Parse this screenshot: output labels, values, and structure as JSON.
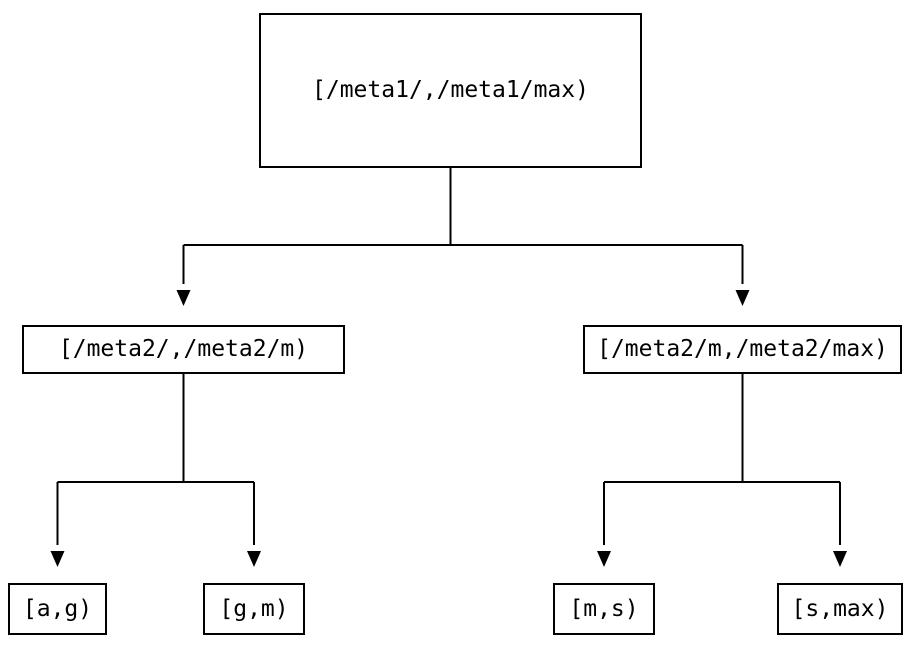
{
  "diagram": {
    "type": "tree",
    "colors": {
      "background": "#ffffff",
      "line": "#000000",
      "text": "#000000",
      "node_border": "#000000",
      "node_fill": "#ffffff"
    },
    "nodes": {
      "root": {
        "label": "[/meta1/,/meta1/max)"
      },
      "meta2_low": {
        "label": "[/meta2/,/meta2/m)"
      },
      "meta2_high": {
        "label": "[/meta2/m,/meta2/max)"
      },
      "leaf_a_g": {
        "label": "[a,g)"
      },
      "leaf_g_m": {
        "label": "[g,m)"
      },
      "leaf_m_s": {
        "label": "[m,s)"
      },
      "leaf_s_max": {
        "label": "[s,max)"
      }
    },
    "edges": [
      {
        "from": "root",
        "to": "meta2_low"
      },
      {
        "from": "root",
        "to": "meta2_high"
      },
      {
        "from": "meta2_low",
        "to": "leaf_a_g"
      },
      {
        "from": "meta2_low",
        "to": "leaf_g_m"
      },
      {
        "from": "meta2_high",
        "to": "leaf_m_s"
      },
      {
        "from": "meta2_high",
        "to": "leaf_s_max"
      }
    ]
  }
}
